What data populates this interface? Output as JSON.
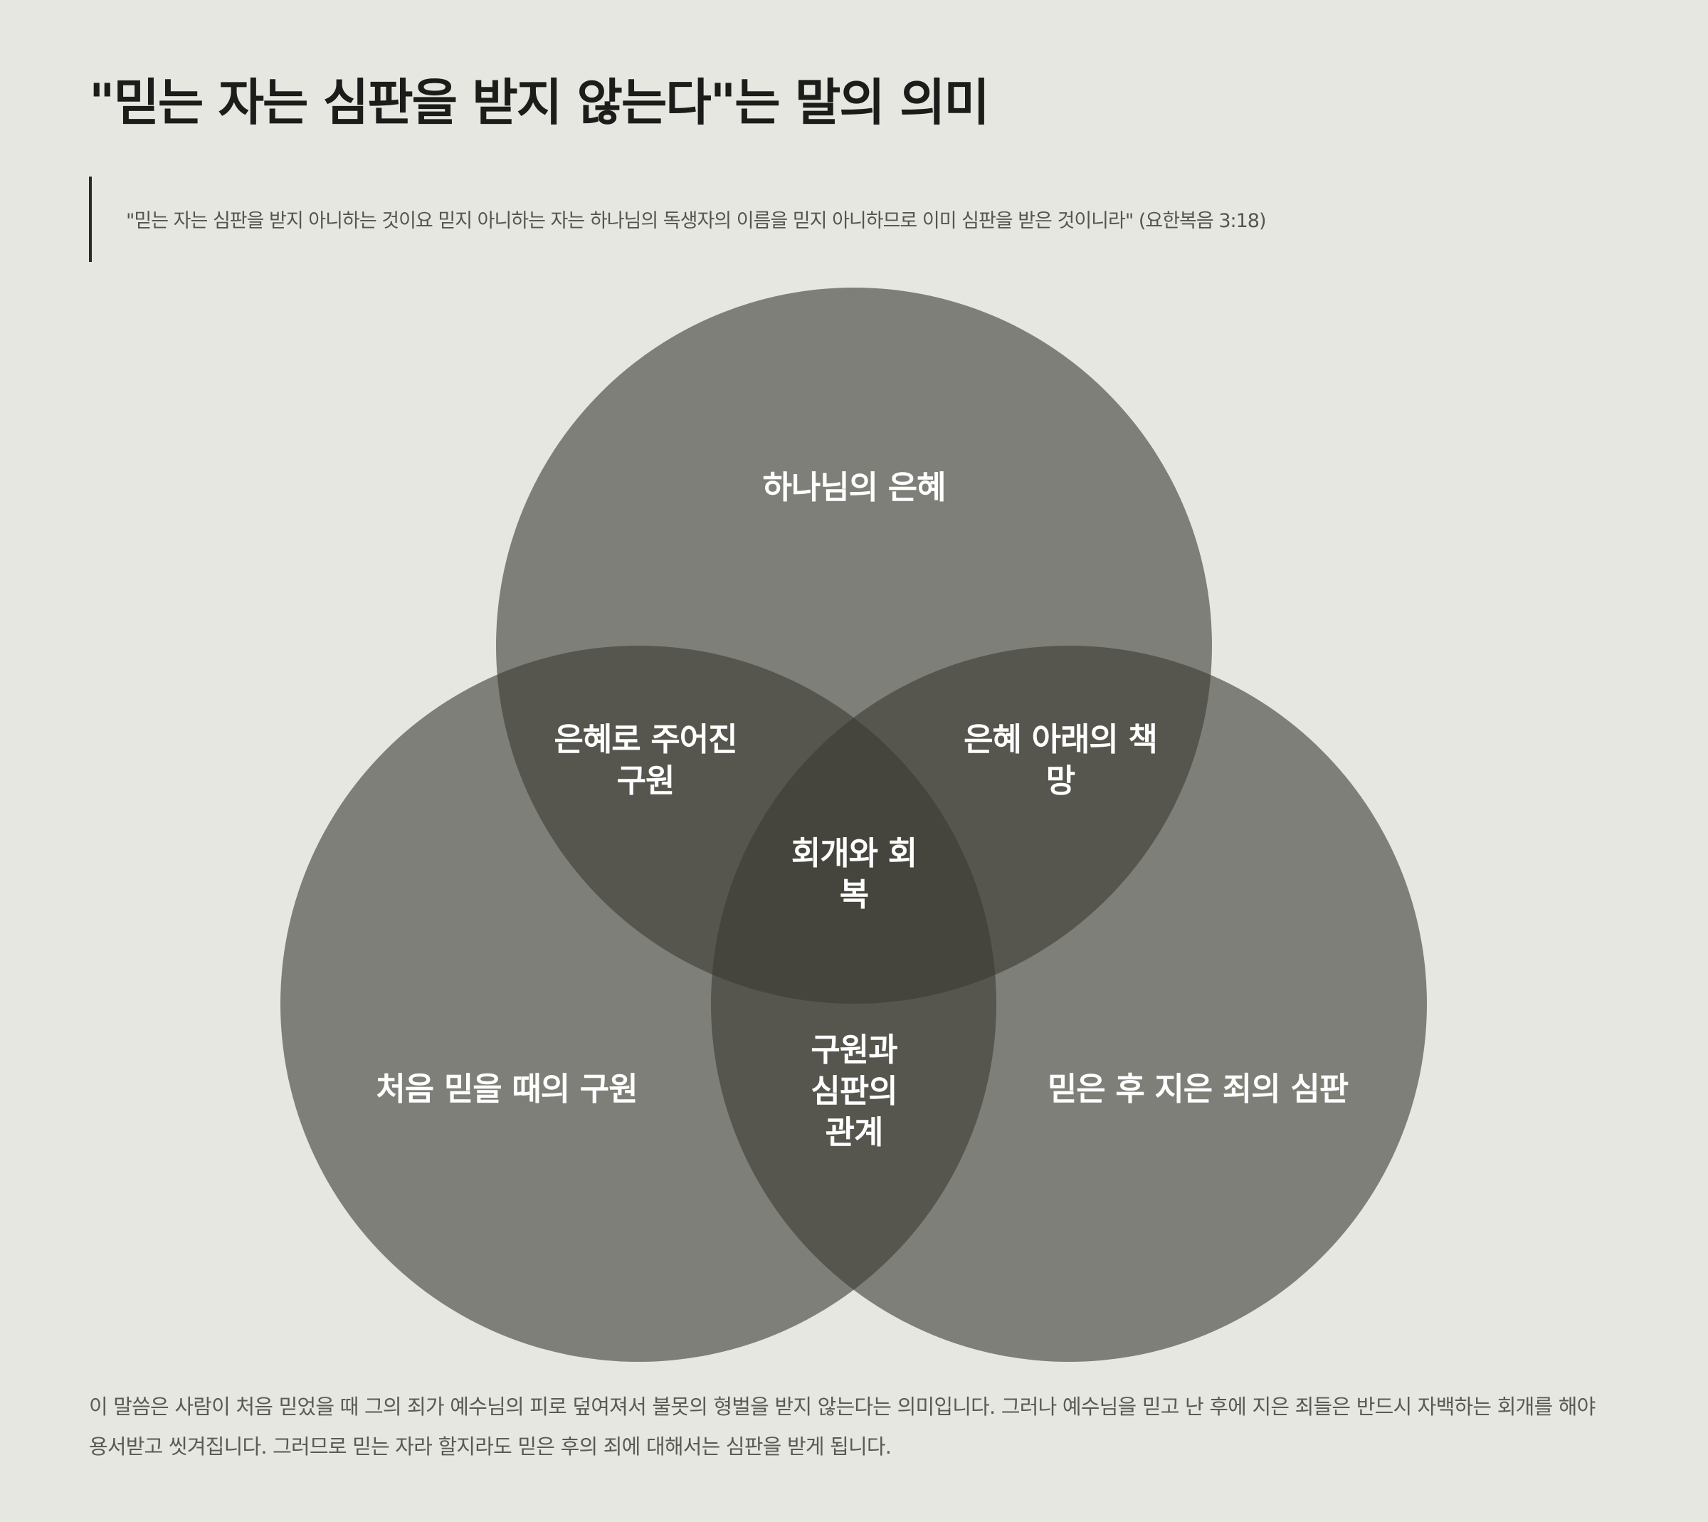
{
  "title": "\"믿는 자는 심판을 받지 않는다\"는 말의 의미",
  "quote": "\"믿는 자는 심판을 받지 아니하는 것이요 믿지 아니하는 자는 하나님의 독생자의 이름을 믿지 아니하므로 이미 심판을 받은 것이니라\" (요한복음 3:18)",
  "venn": {
    "circles": {
      "top": "하나님의 은혜",
      "left": "처음 믿을 때의 구원",
      "right": "믿은 후 지은 죄의 심판"
    },
    "overlaps": {
      "top_left": "은혜로 주어진 구원",
      "top_right": "은혜 아래의 책망",
      "left_right": "구원과 심판의 관계",
      "center": "회개와 회복"
    }
  },
  "description": "이 말씀은 사람이 처음 믿었을 때 그의 죄가 예수님의 피로 덮여져서 불못의 형벌을 받지 않는다는 의미입니다. 그러나 예수님을 믿고 난 후에 지은 죄들은 반드시 자백하는 회개를 해야 용서받고 씻겨집니다. 그러므로 믿는 자라 할지라도 믿은 후의 죄에 대해서는 심판을 받게 됩니다.",
  "colors": {
    "background": "#e7e7e1",
    "circle": "#3a3a34"
  }
}
